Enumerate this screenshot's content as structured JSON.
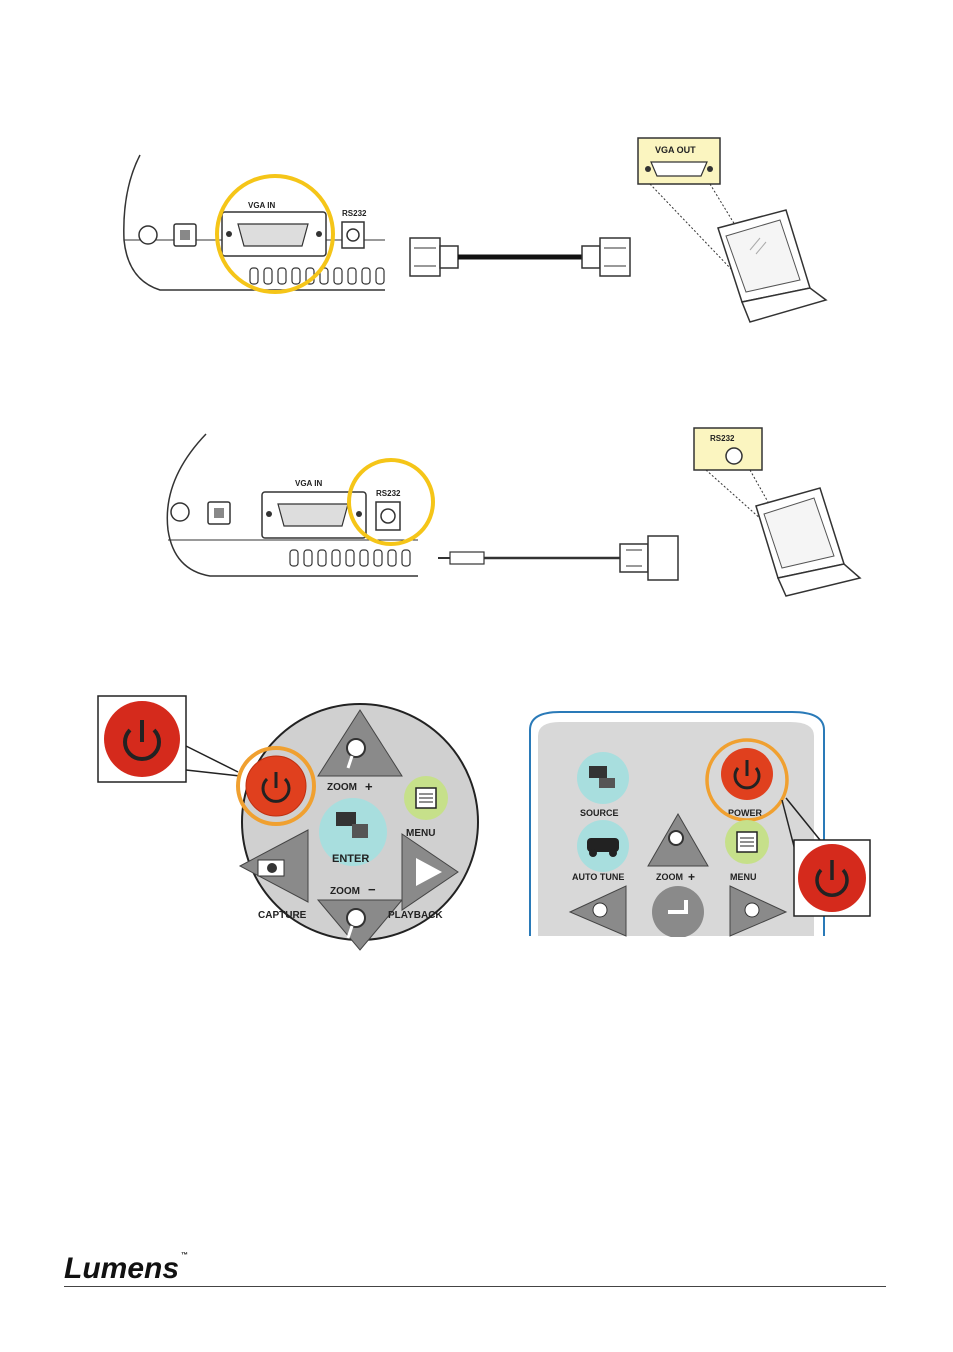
{
  "figure1": {
    "port_vga_in": "VGA IN",
    "port_rs232": "RS232",
    "laptop_callout": "VGA OUT",
    "highlight_color": "#f5c518"
  },
  "figure2": {
    "port_vga_in": "VGA IN",
    "port_rs232": "RS232",
    "laptop_callout": "RS232",
    "highlight_color": "#f5c518"
  },
  "control_panel": {
    "zoom_plus": "ZOOM",
    "zoom_minus": "ZOOM",
    "menu": "MENU",
    "enter": "ENTER",
    "capture": "CAPTURE",
    "playback": "PLAYBACK",
    "power_color": "#e0401e",
    "highlight_color": "#f0a030"
  },
  "remote": {
    "source": "SOURCE",
    "power": "POWER",
    "auto_tune": "AUTO TUNE",
    "zoom_plus": "ZOOM",
    "menu": "MENU"
  },
  "footer": {
    "logo": "Lumens",
    "trademark": "™"
  }
}
